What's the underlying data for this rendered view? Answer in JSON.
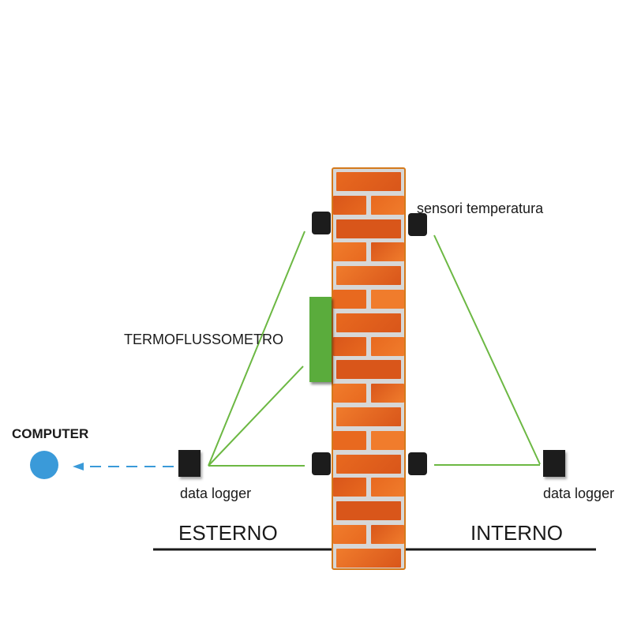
{
  "labels": {
    "sensors": "sensori temperatura",
    "heat_flux_meter": "TERMOFLUSSOMETRO",
    "computer": "COMPUTER",
    "logger_left": "data logger",
    "logger_right": "data logger",
    "outside": "ESTERNO",
    "inside": "INTERNO"
  },
  "colors": {
    "wire": "#6cb843",
    "data_link": "#3a9ad9",
    "brick_a": "#e8691f",
    "brick_b": "#f07c2c",
    "brick_c": "#d9561a",
    "mortar": "#d7d7d7",
    "wall_border": "#d47a1c",
    "ground": "#1a1a1a"
  },
  "wall": {
    "rows": 17
  }
}
